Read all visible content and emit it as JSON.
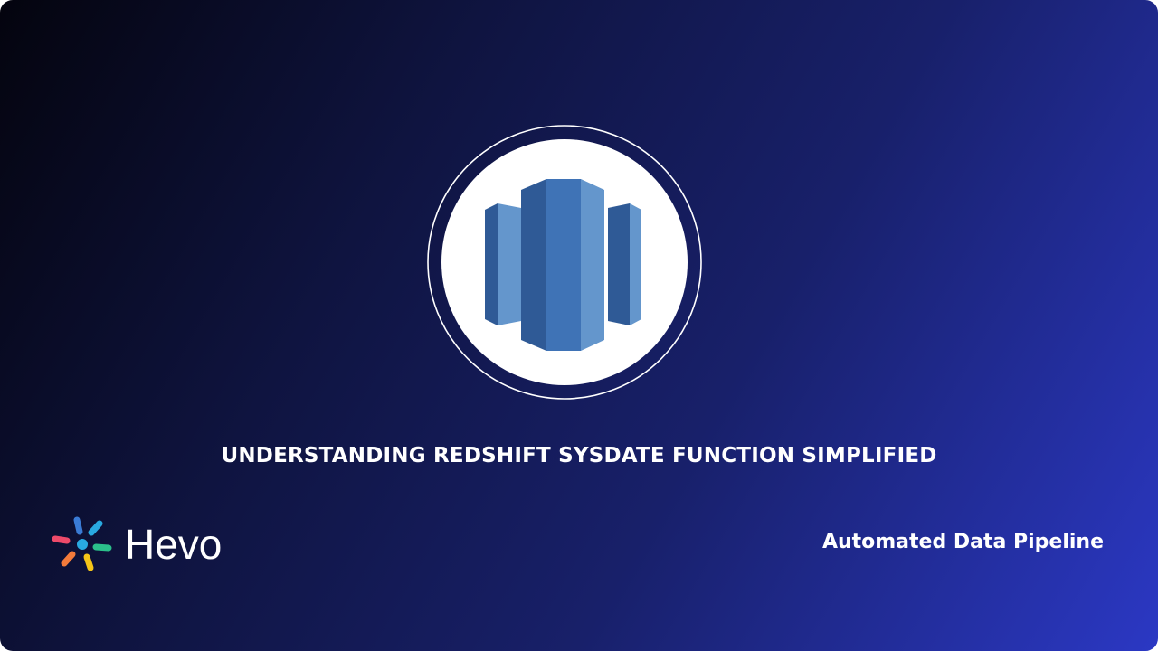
{
  "banner": {
    "title": "UNDERSTANDING REDSHIFT SYSDATE FUNCTION SIMPLIFIED",
    "tagline": "Automated Data Pipeline"
  },
  "brand": {
    "name": "Hevo",
    "icon": "hevo-spark-logo-icon",
    "mark_colors": [
      "#3a7bd5",
      "#29a9e0",
      "#2bbf8a",
      "#f5c518",
      "#f47b3b",
      "#ee4a6a"
    ]
  },
  "hero": {
    "icon": "amazon-redshift-logo-icon",
    "colors": {
      "dark": "#2f5a96",
      "mid": "#3f73b6",
      "light": "#6496cc",
      "ring": "#ffffff"
    }
  }
}
